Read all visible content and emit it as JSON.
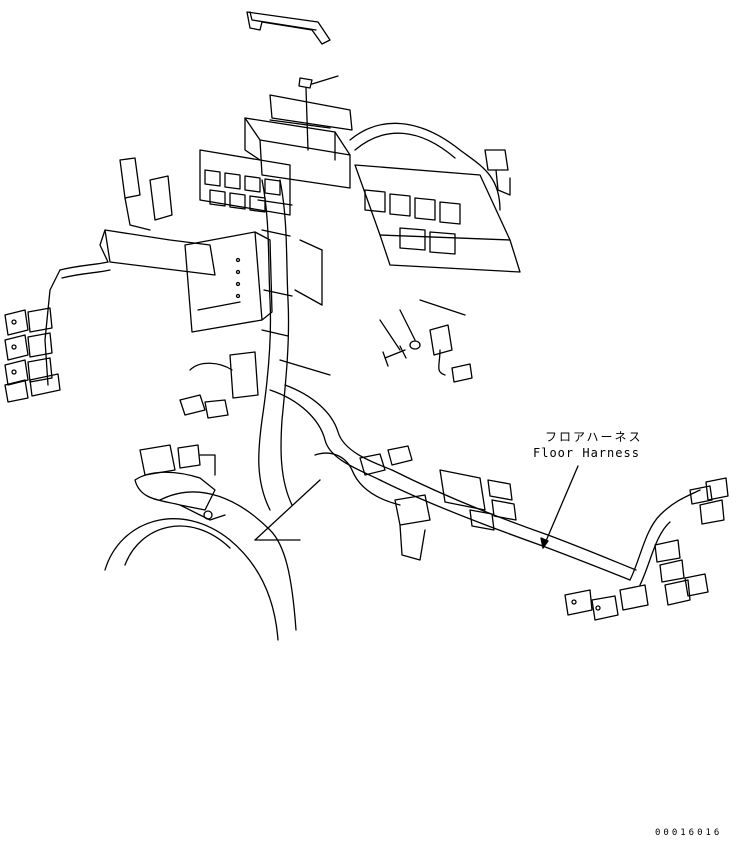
{
  "callout": {
    "label_jp": "フロアハーネス",
    "label_en": "Floor Harness"
  },
  "drawing_code": "00016016",
  "colors": {
    "line": "#000000",
    "background": "#ffffff"
  }
}
